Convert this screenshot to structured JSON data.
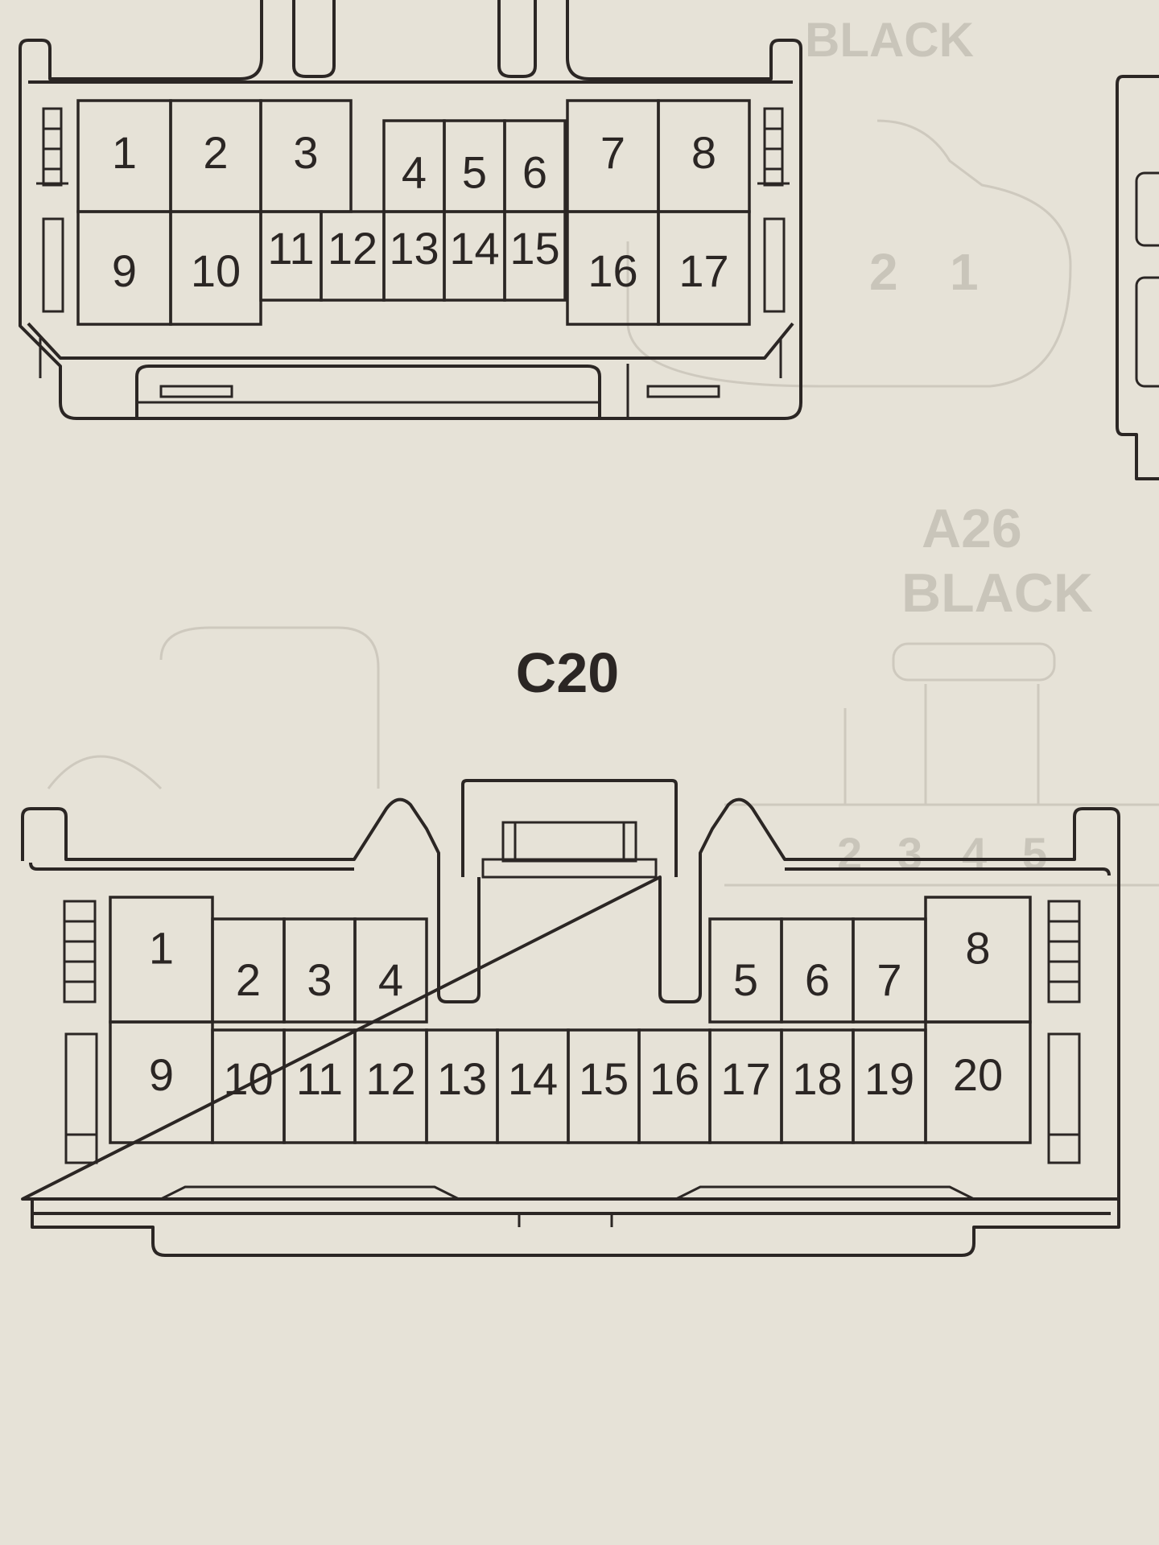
{
  "connector_top": {
    "pins_row1": [
      "1",
      "2",
      "3",
      "4",
      "5",
      "6",
      "7",
      "8"
    ],
    "pins_row2": [
      "9",
      "10",
      "11",
      "12",
      "13",
      "14",
      "15",
      "16",
      "17"
    ]
  },
  "connector_c20": {
    "title": "C20",
    "pins_row1": [
      "1",
      "2",
      "3",
      "4",
      "5",
      "6",
      "7",
      "8"
    ],
    "pins_row2": [
      "9",
      "10",
      "11",
      "12",
      "13",
      "14",
      "15",
      "16",
      "17",
      "18",
      "19",
      "20"
    ]
  },
  "background_faint": {
    "connector_a26_title": "A26",
    "connector_a26_color": "BLACK",
    "top_partial_color": "BLACK",
    "faint_pins": [
      "1",
      "2"
    ],
    "faint_pins_row": [
      "2",
      "3",
      "4",
      "5"
    ]
  },
  "colors": {
    "paper": "#e6e2d7",
    "ink": "#2b2624"
  }
}
